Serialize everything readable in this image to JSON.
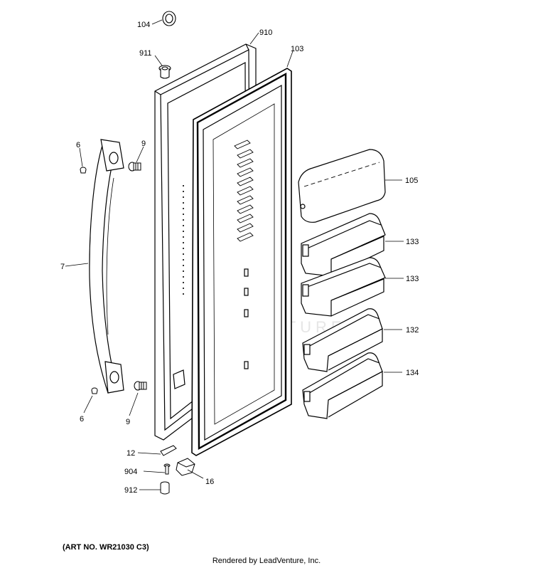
{
  "callouts": {
    "c104": "104",
    "c910": "910",
    "c911": "911",
    "c103": "103",
    "c6_top": "6",
    "c9_top": "9",
    "c105": "105",
    "c133_a": "133",
    "c133_b": "133",
    "c7": "7",
    "c132": "132",
    "c134": "134",
    "c6_bottom": "6",
    "c9_bottom": "9",
    "c12": "12",
    "c904": "904",
    "c16": "16",
    "c912": "912"
  },
  "footer": {
    "art_no": "(ART NO. WR21030 C3)",
    "rendered_by": "Rendered by LeadVenture, Inc."
  },
  "watermark": {
    "text": "LEADVENTURE"
  }
}
